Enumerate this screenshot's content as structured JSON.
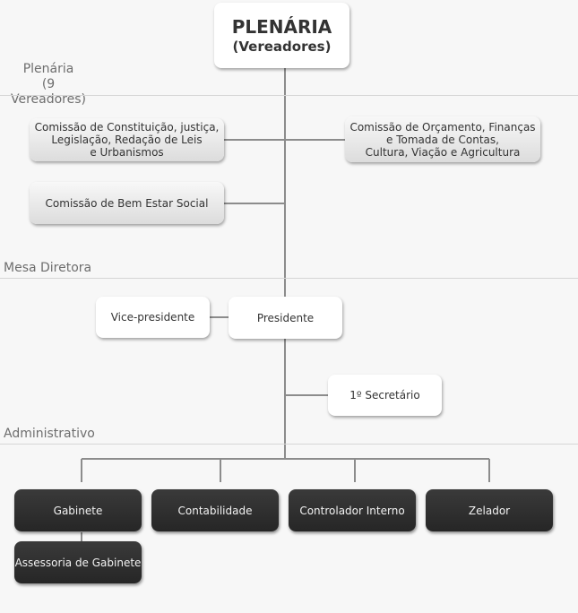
{
  "title": {
    "line1": "PLENÁRIA",
    "line2": "(Vereadores)"
  },
  "sections": [
    {
      "label": "Plenária\n(9 Vereadores)"
    },
    {
      "label": "Mesa Diretora"
    },
    {
      "label": "Administrativo"
    }
  ],
  "plenaria": {
    "commissions": [
      {
        "label": "Comissão de Constituição, justiça,\nLegislação, Redação de Leis\ne Urbanismos"
      },
      {
        "label": "Comissão de Orçamento, Finanças\ne Tomada de Contas,\nCultura, Viação e Agricultura"
      },
      {
        "label": "Comissão de Bem Estar Social"
      }
    ]
  },
  "mesa_diretora": {
    "president": "Presidente",
    "vice_president": "Vice-presidente",
    "secretary": "1º Secretário"
  },
  "administrativo": {
    "units": [
      {
        "label": "Gabinete"
      },
      {
        "label": "Contabilidade"
      },
      {
        "label": "Controlador Interno"
      },
      {
        "label": "Zelador"
      }
    ],
    "sub_units": [
      {
        "label": "Assessoria de Gabinete"
      }
    ]
  }
}
